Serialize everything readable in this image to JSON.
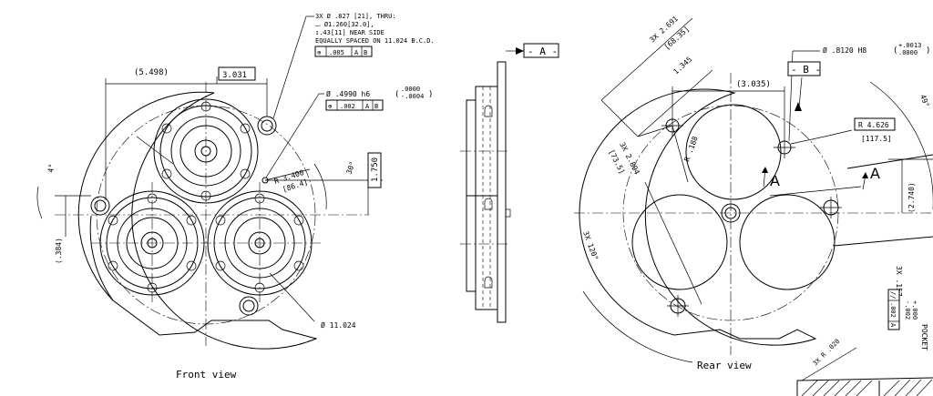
{
  "front": {
    "caption": "Front view",
    "dim_5498": "(5.498)",
    "dim_3031": "3.031",
    "dim_1750": "1.750",
    "dim_30deg": "30°",
    "dim_4deg": "4°",
    "dim_384": "(.384)",
    "dim_bcd": "Ø 11.024",
    "dim_r3400": "R 3.400",
    "dim_r864": "[86.4]",
    "hole_note": {
      "l1": "3X Ø .827 [21], THRU:",
      "l2": "⌴ Ø1.260[32.0],",
      "l3": "↧.43[11] NEAR SIDE",
      "l4": "EQUALLY SPACED ON 11.024 B.C.D.",
      "fcf": [
        "⊕",
        ".005",
        "A",
        "B"
      ]
    },
    "pin_note": {
      "dia": "Ø .4990 h6",
      "tol_upper": ".0000",
      "tol_lower": "-.0004",
      "fcf": [
        "⊕",
        ".002",
        "A",
        "B"
      ]
    }
  },
  "side": {
    "datum": "- A -"
  },
  "rear": {
    "caption": "Rear view",
    "dim_3035": "(3.035)",
    "dim_3x2691": "3X 2.691",
    "dim_6835": "[68.35]",
    "dim_1345": "1.345",
    "dim_3x2894": "3X 2.894",
    "dim_735": "[73.5]",
    "dim_r188": "R .188",
    "dim_3x120": "3X 120°",
    "dim_49deg": "49°",
    "dim_2740": "(2.740)",
    "dim_r4626": "R 4.626",
    "dim_1175": "[117.5]",
    "datum_b": "- B -",
    "section_a": "A",
    "bore_note": {
      "dia": "Ø .8120 H8",
      "tol_upper": "+.0013",
      "tol_lower": ".0000"
    },
    "pocket_note": {
      "l1": "3X .157",
      "l2": "+.000",
      "l3": "-.002",
      "l4": "POCKET",
      "fcf": [
        "//",
        ".002",
        "A"
      ]
    },
    "radius_note": "3X R .020"
  }
}
